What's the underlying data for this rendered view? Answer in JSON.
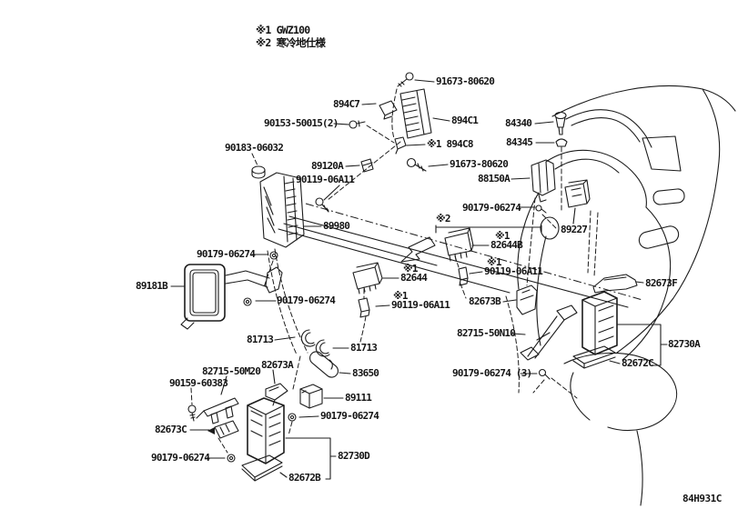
{
  "legend": {
    "note1": "※1 GWZ100",
    "note2": "※2 寒冷地仕様"
  },
  "drawing_code": "84H931C",
  "part_labels": [
    {
      "text": "91673-80620"
    },
    {
      "text": "894C7"
    },
    {
      "text": "90153-50015(2)"
    },
    {
      "text": "894C1"
    },
    {
      "text": "84340"
    },
    {
      "text": "※1 894C8"
    },
    {
      "text": "84345"
    },
    {
      "text": "90183-06032"
    },
    {
      "text": "89120A"
    },
    {
      "text": "91673-80620"
    },
    {
      "text": "90119-06A11"
    },
    {
      "text": "88150A"
    },
    {
      "text": "90179-06274"
    },
    {
      "text": "89980"
    },
    {
      "text": "※2"
    },
    {
      "text": "89227"
    },
    {
      "text": "※1"
    },
    {
      "text": "82644B"
    },
    {
      "text": "90179-06274"
    },
    {
      "text": "※1"
    },
    {
      "text": "90119-06A11"
    },
    {
      "text": "※1"
    },
    {
      "text": "82644"
    },
    {
      "text": "89181B"
    },
    {
      "text": "82673F"
    },
    {
      "text": "90179-06274"
    },
    {
      "text": "※1"
    },
    {
      "text": "90119-06A11"
    },
    {
      "text": "82673B"
    },
    {
      "text": "82715-50N10"
    },
    {
      "text": "81713"
    },
    {
      "text": "81713"
    },
    {
      "text": "82730A"
    },
    {
      "text": "82673A"
    },
    {
      "text": "83650"
    },
    {
      "text": "82672C"
    },
    {
      "text": "82715-50M20"
    },
    {
      "text": "90179-06274 (3)"
    },
    {
      "text": "90159-60383"
    },
    {
      "text": "89111"
    },
    {
      "text": "90179-06274"
    },
    {
      "text": "82673C"
    },
    {
      "text": "90179-06274"
    },
    {
      "text": "82730D"
    },
    {
      "text": "82672B"
    },
    {
      "text": "84H931C"
    }
  ]
}
